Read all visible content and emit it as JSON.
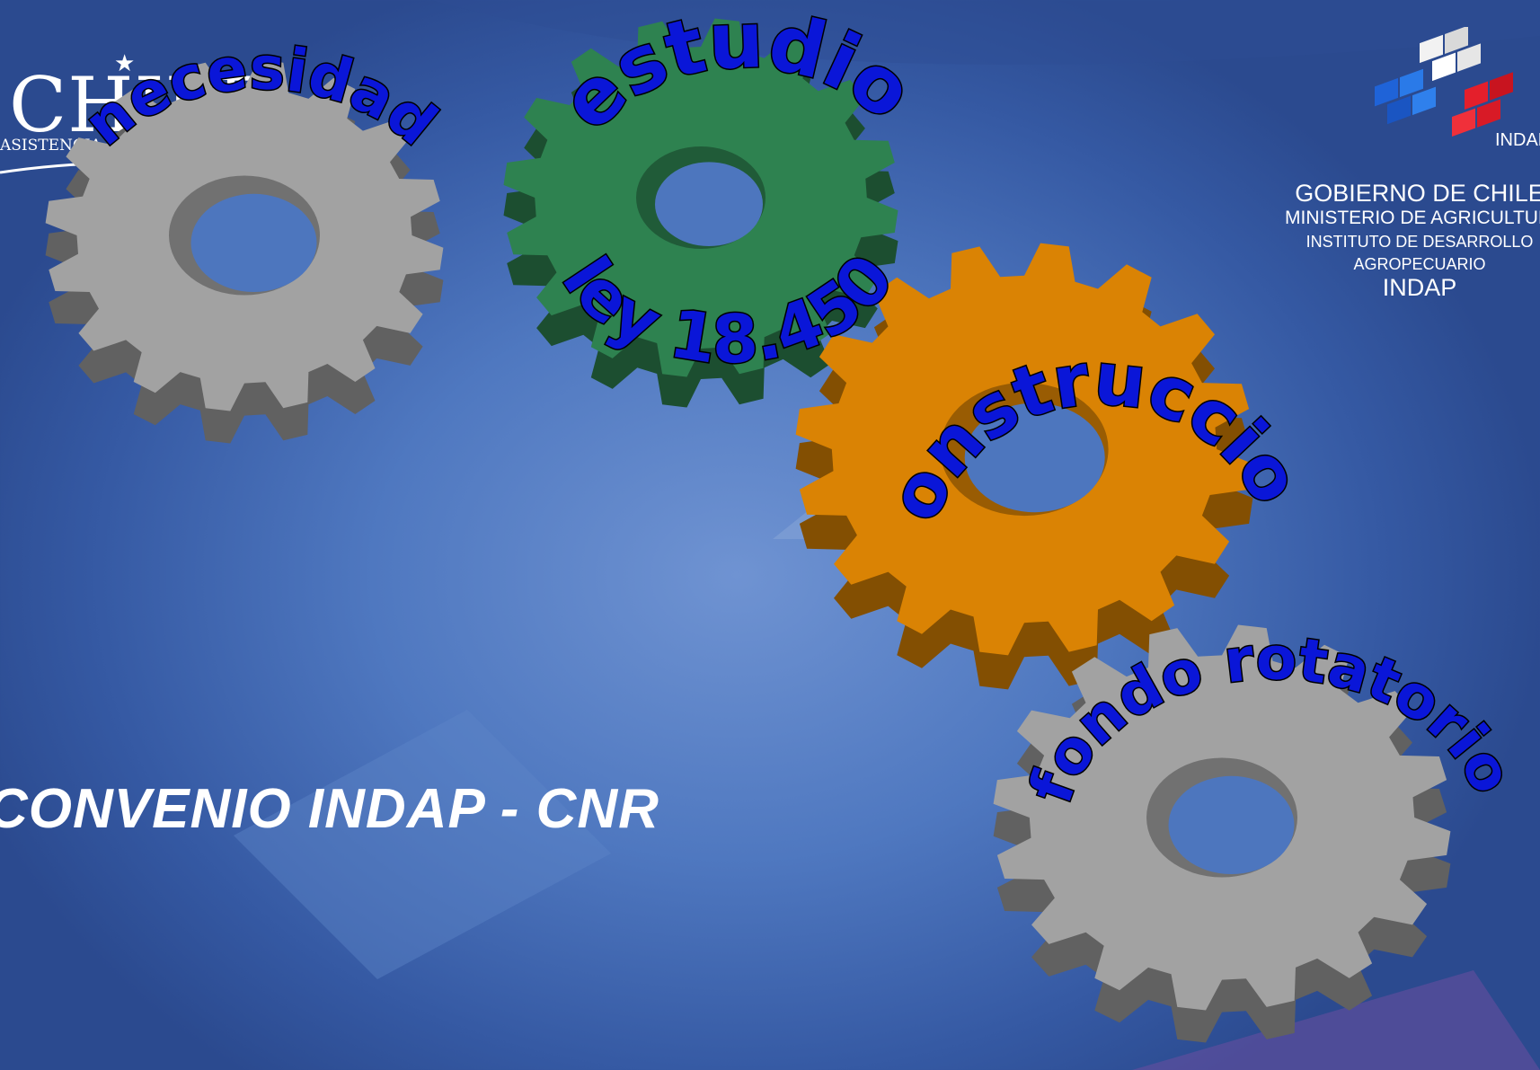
{
  "logos": {
    "chile": {
      "wordmark": "CHILE",
      "tagline": "ASISTENCIA ALIMENTARIA"
    },
    "indap": {
      "mark_label": "INDAP",
      "government_lines": [
        "GOBIERNO DE CHILE",
        "MINISTERIO DE AGRICULTURA",
        "INSTITUTO DE DESARROLLO",
        "AGROPECUARIO",
        "INDAP"
      ]
    }
  },
  "title": "CONVENIO INDAP - CNR",
  "gears": [
    {
      "id": "gear-necesidad",
      "color": "#a2a2a2",
      "labels": [
        "necesidad"
      ]
    },
    {
      "id": "gear-estudio",
      "color": "#2e8250",
      "labels": [
        "estudio",
        "ley 18.450"
      ]
    },
    {
      "id": "gear-construccion",
      "color": "#da8304",
      "labels": [
        "construccion"
      ]
    },
    {
      "id": "gear-fondo-rotatorio",
      "color": "#a2a2a2",
      "labels": [
        "fondo rotatorio"
      ]
    }
  ],
  "colors": {
    "label_text": "#0a16d8",
    "label_outline": "#000000",
    "background": "#4f78c0"
  }
}
